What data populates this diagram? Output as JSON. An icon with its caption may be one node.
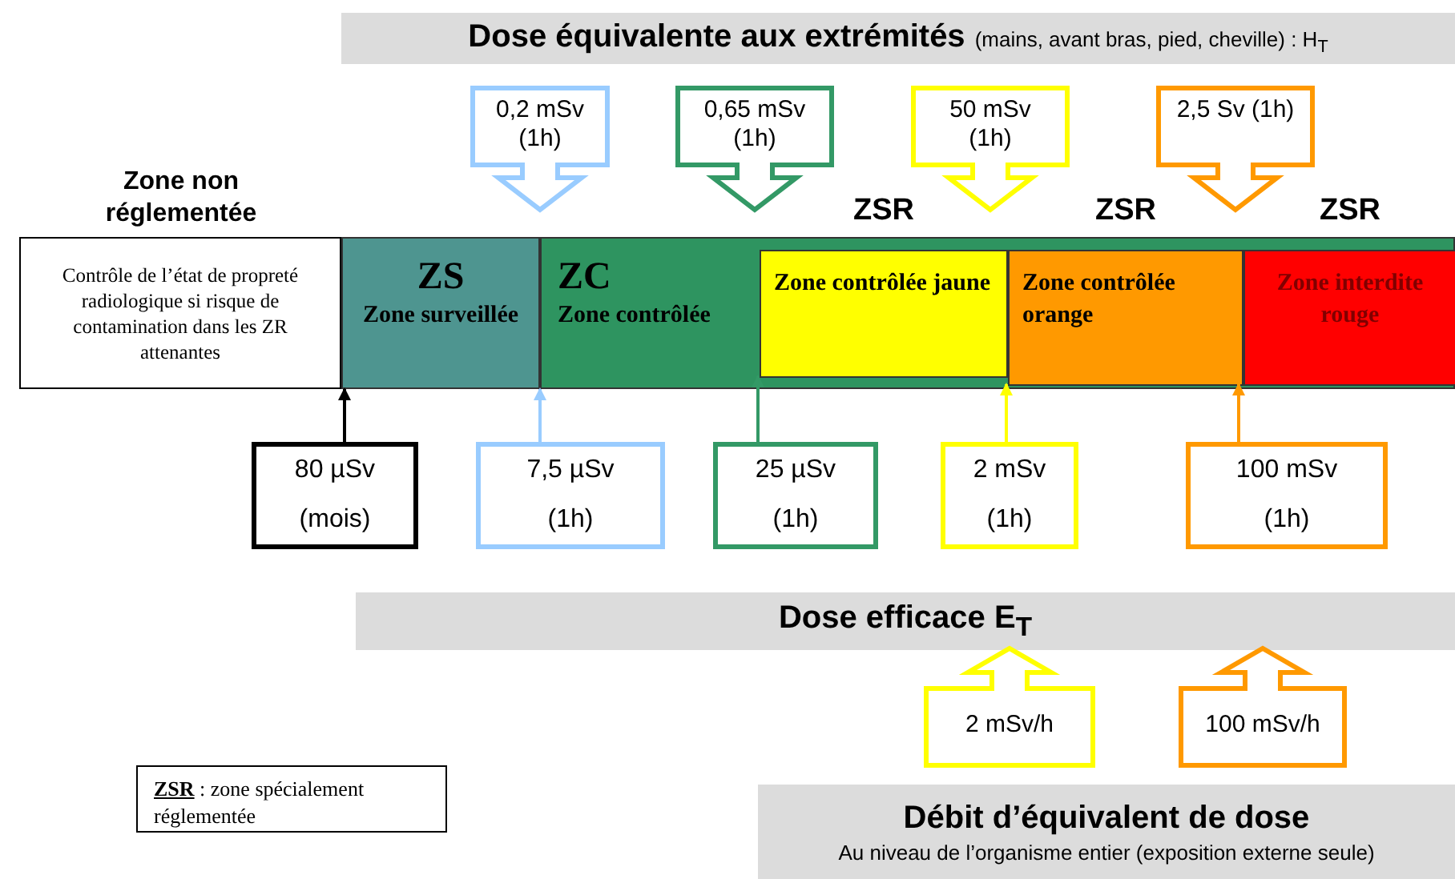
{
  "diagram": {
    "nodes": [
      {
        "text": [
          "Dose équivalente aux extrémités",
          "(mains, avant bras, pied, cheville) : H$_{T}$"
        ]
      },
      {
        "text": [
          "0,2 mSv (1h)"
        ]
      },
      {
        "text": [
          "0,65 mSv (1h)"
        ]
      },
      {
        "text": [
          "50 mSv (1h)"
        ]
      },
      {
        "text": [
          "2,5 Sv (1h)"
        ]
      },
      {
        "text": [
          "Zone non réglementée",
          "Contrôle de l’état de propreté radiologique si risque de contamination dans les ZR attenantes"
        ]
      },
      {
        "text": [
          "ZS",
          "Zone surveillée"
        ]
      },
      {
        "text": [
          "ZC",
          "Zone contrôlée"
        ]
      },
      {
        "text": [
          "ZSR",
          "Zone contrôlée jaune"
        ],
        "in": 7
      },
      {
        "text": [
          "ZSR",
          "Zone contrôlée orange"
        ],
        "in": 7
      },
      {
        "text": [
          "ZSR",
          "Zone interdite rouge"
        ],
        "in": 7
      },
      {
        "text": [
          "80 µSv",
          "(mois)"
        ]
      },
      {
        "text": [
          "7,5 µSv",
          "(1h)"
        ]
      },
      {
        "text": [
          "25 µSv",
          "(1h)"
        ]
      },
      {
        "text": [
          "2 mSv",
          "(1h)"
        ]
      },
      {
        "text": [
          "100 mSv",
          "(1h)"
        ]
      },
      {
        "text": [
          "Dose efficace E$_{T}$"
        ]
      },
      {
        "text": [
          "2 mSv/h"
        ]
      },
      {
        "text": [
          "100 mSv/h"
        ]
      },
      {
        "text": [
          "Débit d’équivalent de dose",
          "Au niveau de l’organisme entier (exposition externe seule)"
        ]
      },
      {
        "text": [
          "**ZSR** : zone spécialement réglementée"
        ]
      }
    ],
    "edges": [
      {
        "from": 11,
        "to": 6,
        "arrow": "to"
      },
      {
        "from": 12,
        "to": 7,
        "arrow": "to",
        "color": "#99ccff"
      },
      {
        "from": 13,
        "to": 8,
        "arrow": "to",
        "color": "#339966"
      },
      {
        "from": 14,
        "to": 9,
        "arrow": "to",
        "color": "#ffff00"
      },
      {
        "from": 15,
        "to": 10,
        "arrow": "to",
        "color": "#ff9900"
      }
    ]
  }
}
